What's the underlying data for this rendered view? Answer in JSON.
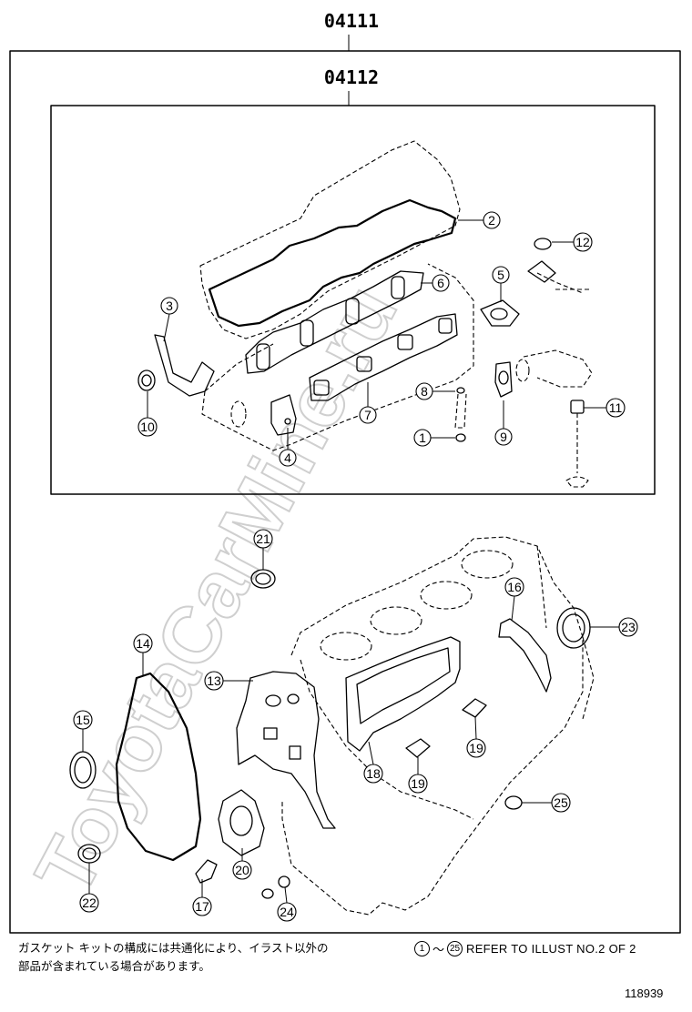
{
  "header": {
    "kit_code_outer": "04111",
    "kit_code_inner": "04112"
  },
  "watermark": "ToyotaCarMine.ru",
  "callouts": [
    "1",
    "2",
    "3",
    "4",
    "5",
    "6",
    "7",
    "8",
    "9",
    "10",
    "11",
    "12",
    "13",
    "14",
    "15",
    "16",
    "17",
    "18",
    "19",
    "19",
    "20",
    "21",
    "22",
    "23",
    "24",
    "25"
  ],
  "footer": {
    "note_line1": "ガスケット キットの構成には共通化により、イラスト以外の",
    "note_line2": "部品が含まれている場合があります。",
    "ref_from": "1",
    "ref_to": "25",
    "ref_tilde": "～",
    "ref_text": "REFER TO ILLUST NO.2 OF 2",
    "figure_number": "118939"
  }
}
